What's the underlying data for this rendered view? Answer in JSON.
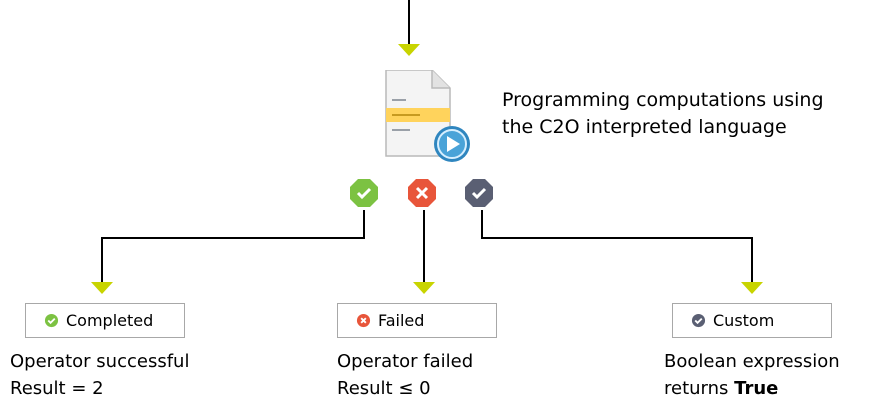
{
  "operator": {
    "description_line1": "Programming computations using",
    "description_line2": "the C2O interpreted language",
    "icon": "document-play-icon"
  },
  "outcomes": [
    {
      "label": "Completed",
      "icon": "check-circle-icon",
      "color": "#7cc242",
      "caption_line1": "Operator successful",
      "caption_line2": "Result = 2"
    },
    {
      "label": "Failed",
      "icon": "x-circle-icon",
      "color": "#e8553a",
      "caption_line1": "Operator failed",
      "caption_line2": "Result ≤ 0"
    },
    {
      "label": "Custom",
      "icon": "custom-check-circle-icon",
      "color": "#5a5f73",
      "caption_line1": "Boolean expression",
      "caption_line2_prefix": "returns ",
      "caption_line2_bold": "True"
    }
  ],
  "colors": {
    "arrow_head": "#c8d400",
    "line": "#000000",
    "box_border": "#a8a8a8"
  }
}
